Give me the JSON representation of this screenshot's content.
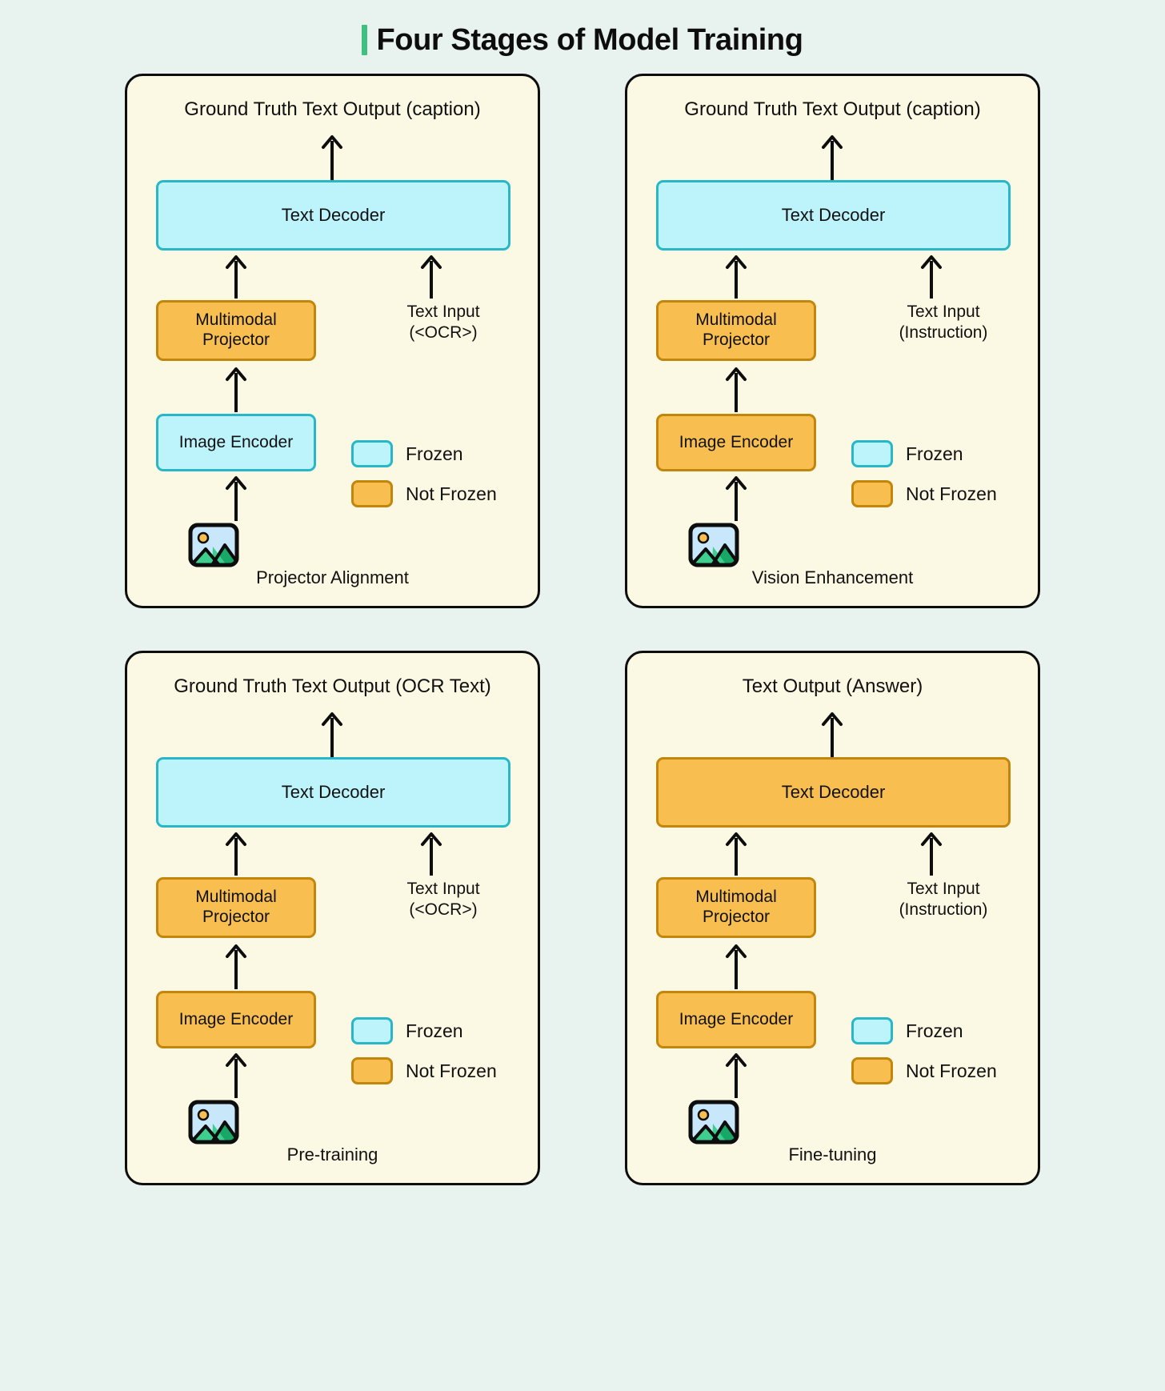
{
  "page": {
    "title": "Four Stages of Model Training",
    "accent_color": "#3ec07f",
    "background_color": "#e8f2ef",
    "panel_background_color": "#fbf8e3"
  },
  "legend": {
    "frozen_label": "Frozen",
    "not_frozen_label": "Not Frozen",
    "frozen_fill": "#bdf3fb",
    "frozen_border": "#27b7c7",
    "not_frozen_fill": "#f8be4f",
    "not_frozen_border": "#c2860c"
  },
  "icons": {
    "image_icon": "image-placeholder-icon",
    "arrow_icon": "arrow-up-icon"
  },
  "panels": [
    {
      "id": "projector-alignment",
      "heading": "Ground Truth Text Output (caption)",
      "caption": "Projector Alignment",
      "decoder": {
        "label": "Text Decoder",
        "state": "frozen"
      },
      "projector": {
        "label": "Multimodal\nProjector",
        "label_line1": "Multimodal",
        "label_line2": "Projector",
        "state": "unfrozen"
      },
      "encoder": {
        "label": "Image Encoder",
        "state": "frozen"
      },
      "text_input": {
        "line1": "Text Input",
        "line2": "(<OCR>)"
      }
    },
    {
      "id": "vision-enhancement",
      "heading": "Ground Truth Text Output (caption)",
      "caption": "Vision Enhancement",
      "decoder": {
        "label": "Text Decoder",
        "state": "frozen"
      },
      "projector": {
        "label_line1": "Multimodal",
        "label_line2": "Projector",
        "state": "unfrozen"
      },
      "encoder": {
        "label": "Image Encoder",
        "state": "unfrozen"
      },
      "text_input": {
        "line1": "Text Input",
        "line2": "(Instruction)"
      }
    },
    {
      "id": "pre-training",
      "heading": "Ground Truth Text Output (OCR Text)",
      "caption": "Pre-training",
      "decoder": {
        "label": "Text Decoder",
        "state": "frozen"
      },
      "projector": {
        "label_line1": "Multimodal",
        "label_line2": "Projector",
        "state": "unfrozen"
      },
      "encoder": {
        "label": "Image Encoder",
        "state": "unfrozen"
      },
      "text_input": {
        "line1": "Text Input",
        "line2": "(<OCR>)"
      }
    },
    {
      "id": "fine-tuning",
      "heading": "Text Output (Answer)",
      "caption": "Fine-tuning",
      "decoder": {
        "label": "Text Decoder",
        "state": "unfrozen"
      },
      "projector": {
        "label_line1": "Multimodal",
        "label_line2": "Projector",
        "state": "unfrozen"
      },
      "encoder": {
        "label": "Image Encoder",
        "state": "unfrozen"
      },
      "text_input": {
        "line1": "Text Input",
        "line2": "(Instruction)"
      }
    }
  ]
}
